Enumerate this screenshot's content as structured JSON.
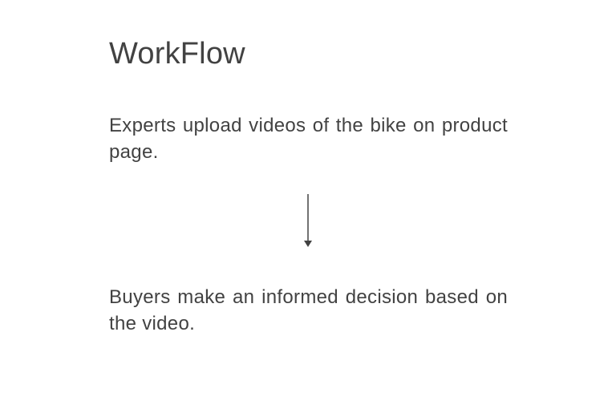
{
  "title": "WorkFlow",
  "steps": [
    {
      "text": "Experts upload videos of the bike on product page."
    },
    {
      "text": "Buyers make an informed decision based on the video."
    }
  ],
  "connector": {
    "icon": "down-arrow-icon",
    "color": "#424242"
  }
}
